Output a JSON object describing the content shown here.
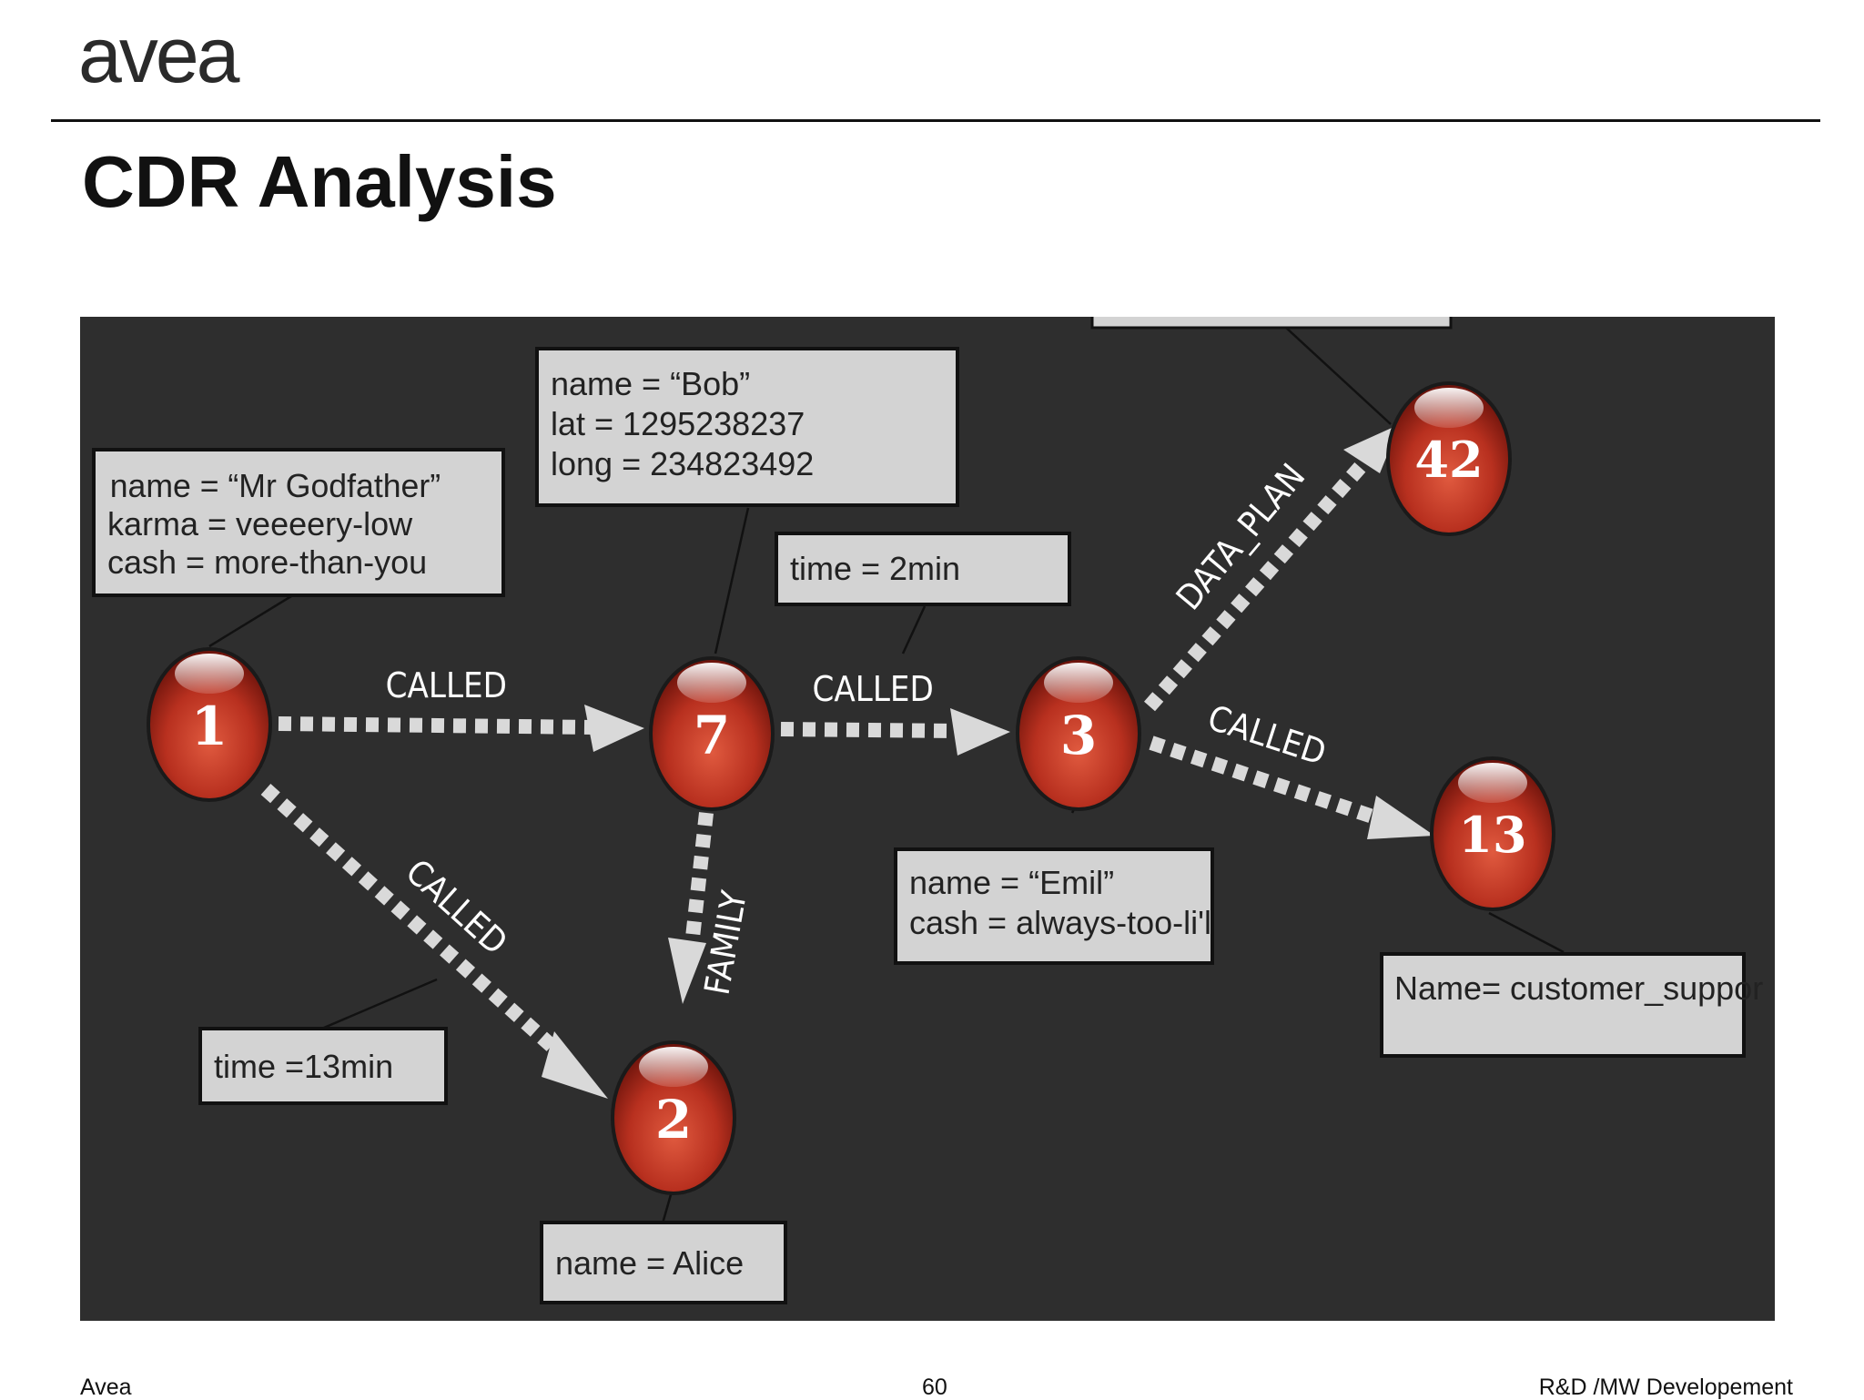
{
  "header": {
    "logo_text": "avea",
    "title": "CDR Analysis"
  },
  "footer": {
    "left": "Avea",
    "page": "60",
    "right": "R&D /MW Developement"
  },
  "diagram": {
    "colors": {
      "background": "#2e2e2e",
      "node": "#c0392b",
      "label_box": "#d3d3d3",
      "edge": "#d9d9d9"
    },
    "nodes": [
      {
        "id": "n1",
        "label": "1"
      },
      {
        "id": "n7",
        "label": "7"
      },
      {
        "id": "n3",
        "label": "3"
      },
      {
        "id": "n2",
        "label": "2"
      },
      {
        "id": "n42",
        "label": "42"
      },
      {
        "id": "n13",
        "label": "13"
      }
    ],
    "edges": [
      {
        "id": "e1-7",
        "from": "1",
        "to": "7",
        "label": "CALLED"
      },
      {
        "id": "e7-3",
        "from": "7",
        "to": "3",
        "label": "CALLED"
      },
      {
        "id": "e1-2",
        "from": "1",
        "to": "2",
        "label": "CALLED"
      },
      {
        "id": "e7-2",
        "from": "7",
        "to": "2",
        "label": "FAMILY"
      },
      {
        "id": "e3-42",
        "from": "3",
        "to": "42",
        "label": "DATA_PLAN"
      },
      {
        "id": "e3-13",
        "from": "3",
        "to": "13",
        "label": "CALLED"
      }
    ],
    "property_boxes": [
      {
        "id": "p-godfather",
        "lines": [
          "name = “Mr Godfather”",
          "karma = veeeery-low",
          "cash = more-than-you"
        ]
      },
      {
        "id": "p-bob",
        "lines": [
          "name = “Bob”",
          "lat = 1295238237",
          "long = 234823492"
        ]
      },
      {
        "id": "p-time2",
        "lines": [
          "time = 2min"
        ]
      },
      {
        "id": "p-emil",
        "lines": [
          "name = “Emil”",
          "cash = always-too-li'l"
        ]
      },
      {
        "id": "p-support",
        "lines": [
          "Name= customer_suppor"
        ]
      },
      {
        "id": "p-time13",
        "lines": [
          "time =13min"
        ]
      },
      {
        "id": "p-alice",
        "lines": [
          "name = Alice"
        ]
      }
    ]
  }
}
